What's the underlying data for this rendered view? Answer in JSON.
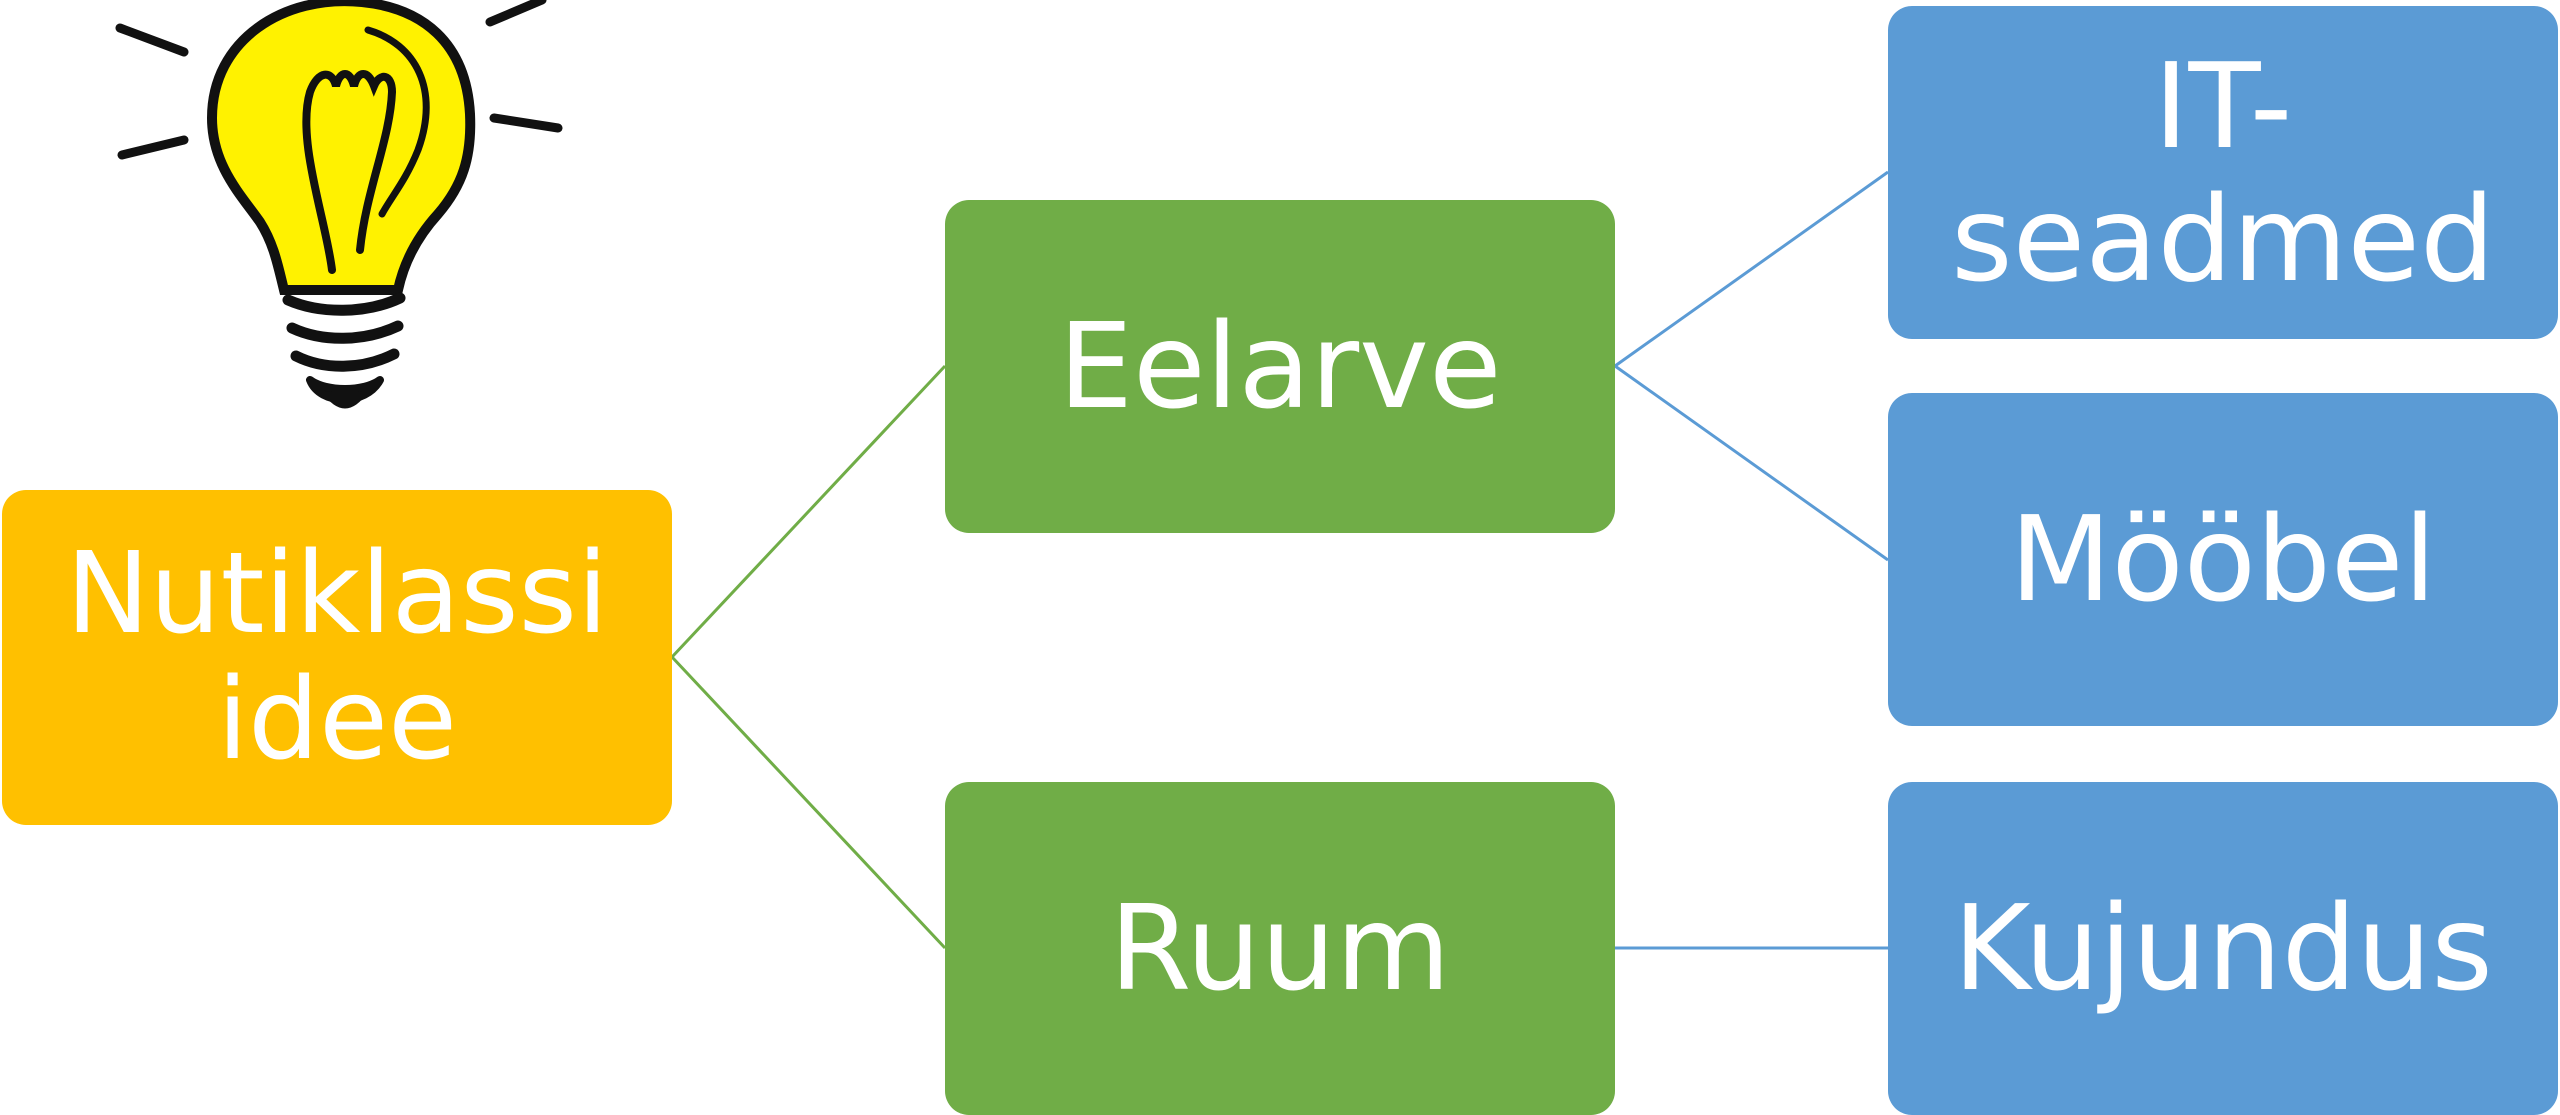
{
  "colors": {
    "root": "#FFC000",
    "level1": "#70AD47",
    "level2": "#5B9BD5",
    "link_level1": "#70AD47",
    "link_level2": "#5B9BD5",
    "text": "#FFFFFF",
    "bulb_fill": "#FFF200",
    "bulb_outline": "#111111"
  },
  "icons": {
    "decoration": "lightbulb-icon"
  },
  "nodes": {
    "root": {
      "label": "Nutiklassi\nidee"
    },
    "eelarve": {
      "label": "Eelarve"
    },
    "ruum": {
      "label": "Ruum"
    },
    "it_seadmed": {
      "label": "IT-seadmed"
    },
    "moobel": {
      "label": "Mööbel"
    },
    "kujundus": {
      "label": "Kujundus"
    }
  },
  "links": [
    {
      "from": "root",
      "to": "eelarve"
    },
    {
      "from": "root",
      "to": "ruum"
    },
    {
      "from": "eelarve",
      "to": "it_seadmed"
    },
    {
      "from": "eelarve",
      "to": "moobel"
    },
    {
      "from": "ruum",
      "to": "kujundus"
    }
  ]
}
